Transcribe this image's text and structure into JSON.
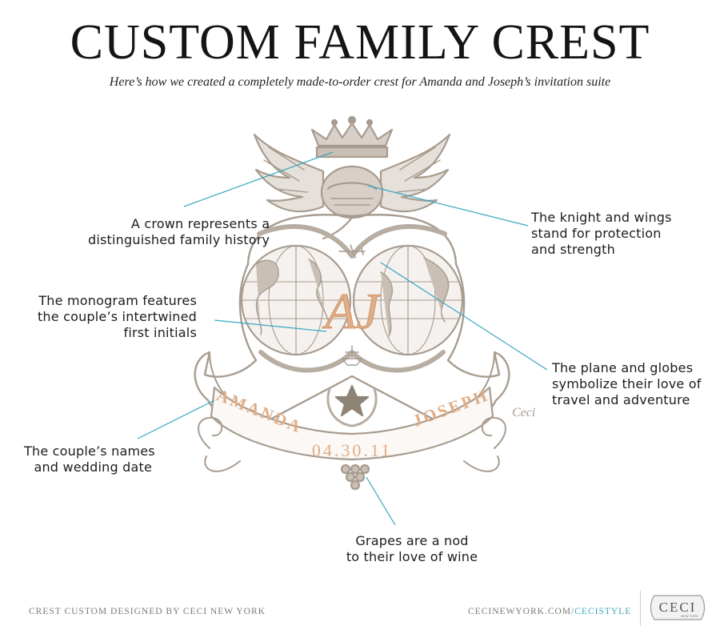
{
  "header": {
    "title": "CUSTOM FAMILY CREST",
    "subtitle": "Here’s how we created a completely made-to-order crest for Amanda and Joseph’s invitation suite"
  },
  "crest": {
    "monogram": "AJ",
    "name_left": "AMANDA",
    "name_right": "JOSEPH",
    "date": "04.30.11",
    "signature": "Ceci",
    "colors": {
      "line": "#a89c90",
      "accent": "#e0ad86",
      "leader": "#3aa7c0"
    }
  },
  "annotations": [
    {
      "id": "crown",
      "lines": [
        "A crown represents a",
        "distinguished family history"
      ]
    },
    {
      "id": "knight",
      "lines": [
        "The knight and wings",
        "stand for protection",
        "and strength"
      ]
    },
    {
      "id": "monogram",
      "lines": [
        "The monogram features",
        "the couple’s intertwined",
        "first initials"
      ]
    },
    {
      "id": "plane",
      "lines": [
        "The plane and globes",
        "symbolize their love of",
        "travel and adventure"
      ]
    },
    {
      "id": "names",
      "lines": [
        "The couple’s names",
        "and wedding date"
      ]
    },
    {
      "id": "grapes",
      "lines": [
        "Grapes are a nod",
        "to their love of wine"
      ]
    }
  ],
  "footer": {
    "credit": "CREST CUSTOM DESIGNED BY CECI NEW YORK",
    "url_prefix": "CECINEWYORK.COM/",
    "url_suffix": "CECISTYLE",
    "logo_text": "CECI",
    "logo_sub": "NEW YORK"
  }
}
